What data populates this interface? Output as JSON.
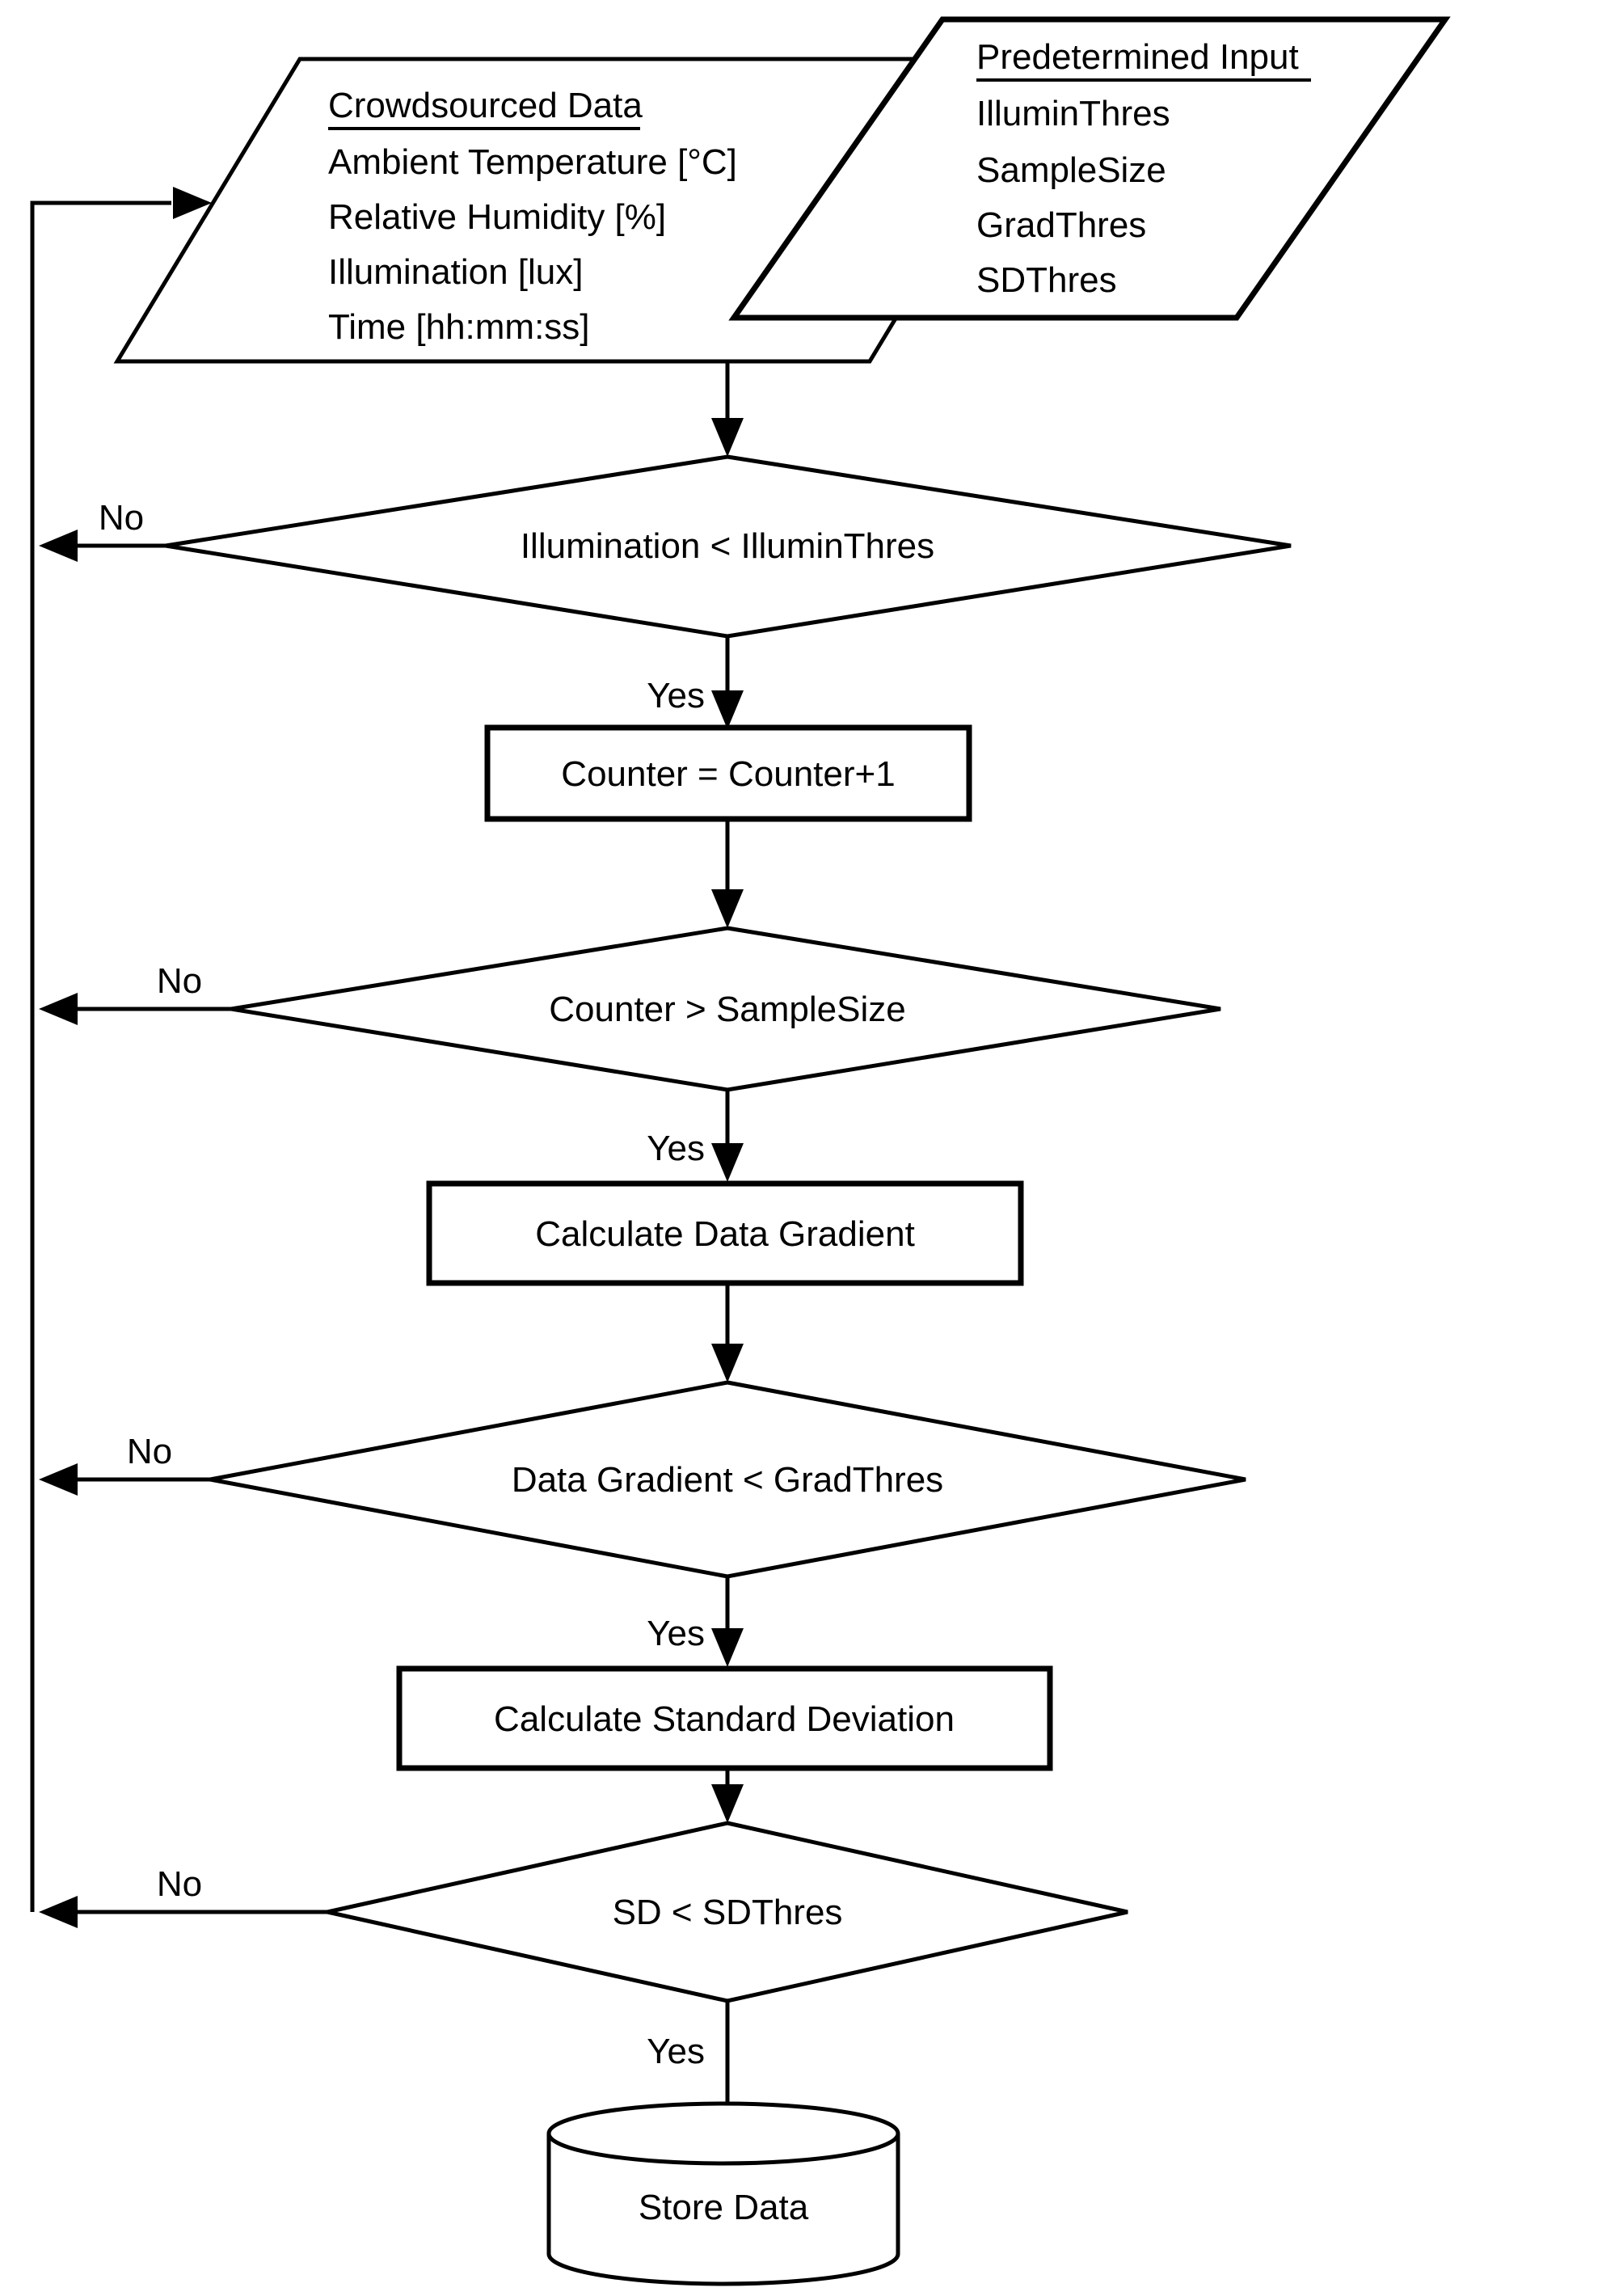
{
  "diagram": {
    "background": "#ffffff",
    "line_color": "#000000",
    "nodes": {
      "crowdsourced": {
        "type": "parallelogram-input",
        "title": "Crowdsourced Data",
        "lines": [
          "Ambient Temperature [°C]",
          "Relative Humidity [%]",
          "Illumination [lux]",
          "Time [hh:mm:ss]"
        ]
      },
      "predetermined": {
        "type": "parallelogram-input",
        "title": "Predetermined Input",
        "lines": [
          "IlluminThres",
          "SampleSize",
          "GradThres",
          "SDThres"
        ]
      },
      "decision_illumination": {
        "type": "decision",
        "label": "Illumination < IlluminThres"
      },
      "process_counter": {
        "type": "process",
        "label": "Counter = Counter+1"
      },
      "decision_counter": {
        "type": "decision",
        "label": "Counter > SampleSize"
      },
      "process_gradient": {
        "type": "process",
        "label": "Calculate Data Gradient"
      },
      "decision_gradient": {
        "type": "decision",
        "label": "Data Gradient < GradThres"
      },
      "process_sd": {
        "type": "process",
        "label": "Calculate Standard Deviation"
      },
      "decision_sd": {
        "type": "decision",
        "label": "SD < SDThres"
      },
      "storage": {
        "type": "datastore",
        "label": "Store Data"
      }
    },
    "edge_labels": {
      "yes": "Yes",
      "no": "No"
    }
  }
}
